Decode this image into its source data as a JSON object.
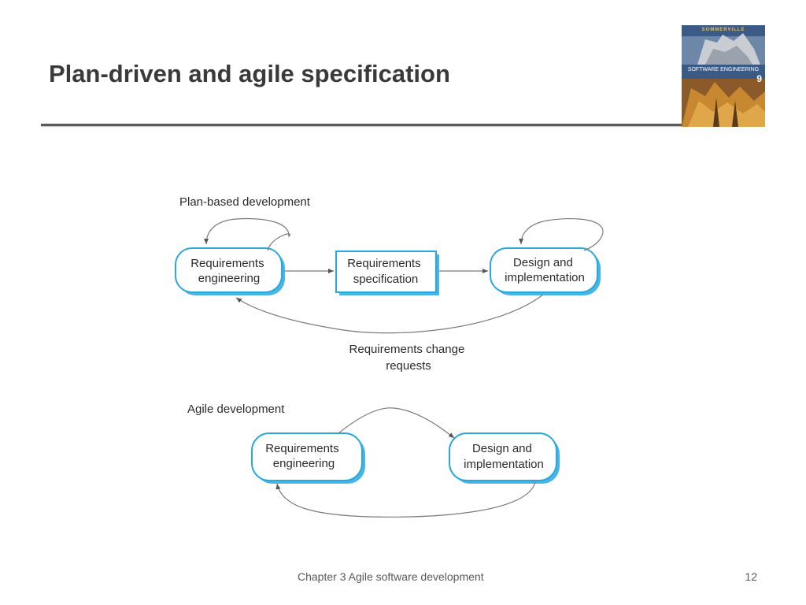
{
  "slide": {
    "title": "Plan-driven and agile specification"
  },
  "book_cover": {
    "author": "SOMMERVILLE",
    "title": "SOFTWARE ENGINEERING",
    "edition": "9"
  },
  "diagram": {
    "plan_based": {
      "label": "Plan-based development",
      "node_req_eng": [
        "Requirements",
        "engineering"
      ],
      "node_req_spec": [
        "Requirements",
        "specification"
      ],
      "node_design": [
        "Design and",
        "implementation"
      ],
      "feedback_label": [
        "Requirements change",
        "requests"
      ]
    },
    "agile": {
      "label": "Agile development",
      "node_req_eng": [
        "Requirements",
        "engineering"
      ],
      "node_design": [
        "Design and",
        "implementation"
      ]
    },
    "colors": {
      "node_border": "#29a8e0",
      "node_shadow": "#29a8e0",
      "arrow": "#7a7a7a",
      "text": "#2b2b2b"
    }
  },
  "footer": {
    "chapter": "Chapter 3 Agile software development",
    "page": "12"
  }
}
